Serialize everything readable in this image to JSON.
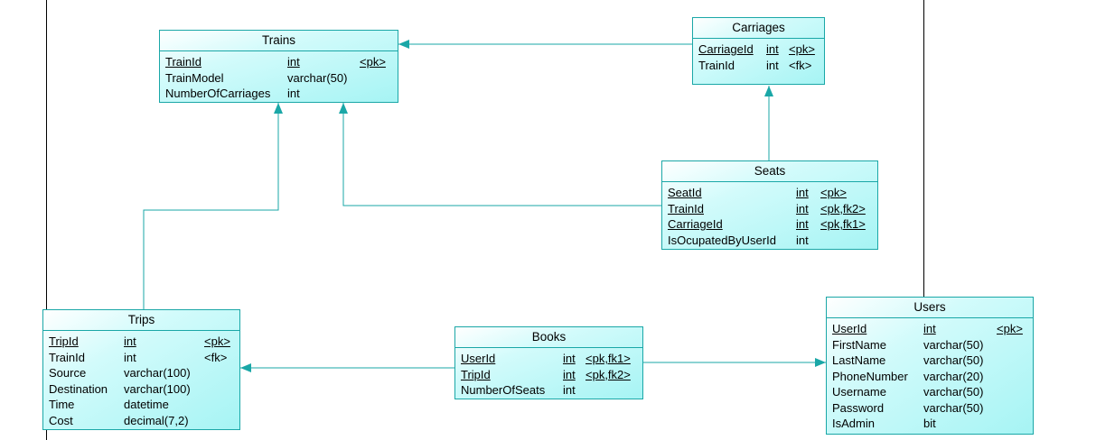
{
  "entities": {
    "trains": {
      "title": "Trains",
      "rows": [
        {
          "name": "TrainId",
          "type": "int",
          "key": "<pk>"
        },
        {
          "name": "TrainModel",
          "type": "varchar(50)",
          "key": ""
        },
        {
          "name": "NumberOfCarriages",
          "type": "int",
          "key": ""
        }
      ]
    },
    "carriages": {
      "title": "Carriages",
      "rows": [
        {
          "name": "CarriageId",
          "type": "int",
          "key": "<pk>"
        },
        {
          "name": "TrainId",
          "type": "int",
          "key": "<fk>"
        }
      ]
    },
    "seats": {
      "title": "Seats",
      "rows": [
        {
          "name": "SeatId",
          "type": "int",
          "key": "<pk>"
        },
        {
          "name": "TrainId",
          "type": "int",
          "key": "<pk,fk2>"
        },
        {
          "name": "CarriageId",
          "type": "int",
          "key": "<pk,fk1>"
        },
        {
          "name": "IsOcupatedByUserId",
          "type": "int",
          "key": ""
        }
      ]
    },
    "trips": {
      "title": "Trips",
      "rows": [
        {
          "name": "TripId",
          "type": "int",
          "key": "<pk>"
        },
        {
          "name": "TrainId",
          "type": "int",
          "key": "<fk>"
        },
        {
          "name": "Source",
          "type": "varchar(100)",
          "key": ""
        },
        {
          "name": "Destination",
          "type": "varchar(100)",
          "key": ""
        },
        {
          "name": "Time",
          "type": "datetime",
          "key": ""
        },
        {
          "name": "Cost",
          "type": "decimal(7,2)",
          "key": ""
        }
      ]
    },
    "books": {
      "title": "Books",
      "rows": [
        {
          "name": "UserId",
          "type": "int",
          "key": "<pk,fk1>"
        },
        {
          "name": "TripId",
          "type": "int",
          "key": "<pk,fk2>"
        },
        {
          "name": "NumberOfSeats",
          "type": "int",
          "key": ""
        }
      ]
    },
    "users": {
      "title": "Users",
      "rows": [
        {
          "name": "UserId",
          "type": "int",
          "key": "<pk>"
        },
        {
          "name": "FirstName",
          "type": "varchar(50)",
          "key": ""
        },
        {
          "name": "LastName",
          "type": "varchar(50)",
          "key": ""
        },
        {
          "name": "PhoneNumber",
          "type": "varchar(20)",
          "key": ""
        },
        {
          "name": "Username",
          "type": "varchar(50)",
          "key": ""
        },
        {
          "name": "Password",
          "type": "varchar(50)",
          "key": ""
        },
        {
          "name": "IsAdmin",
          "type": "bit",
          "key": ""
        }
      ]
    }
  },
  "colors": {
    "line": "#1aa7a7",
    "border": "#000000"
  }
}
